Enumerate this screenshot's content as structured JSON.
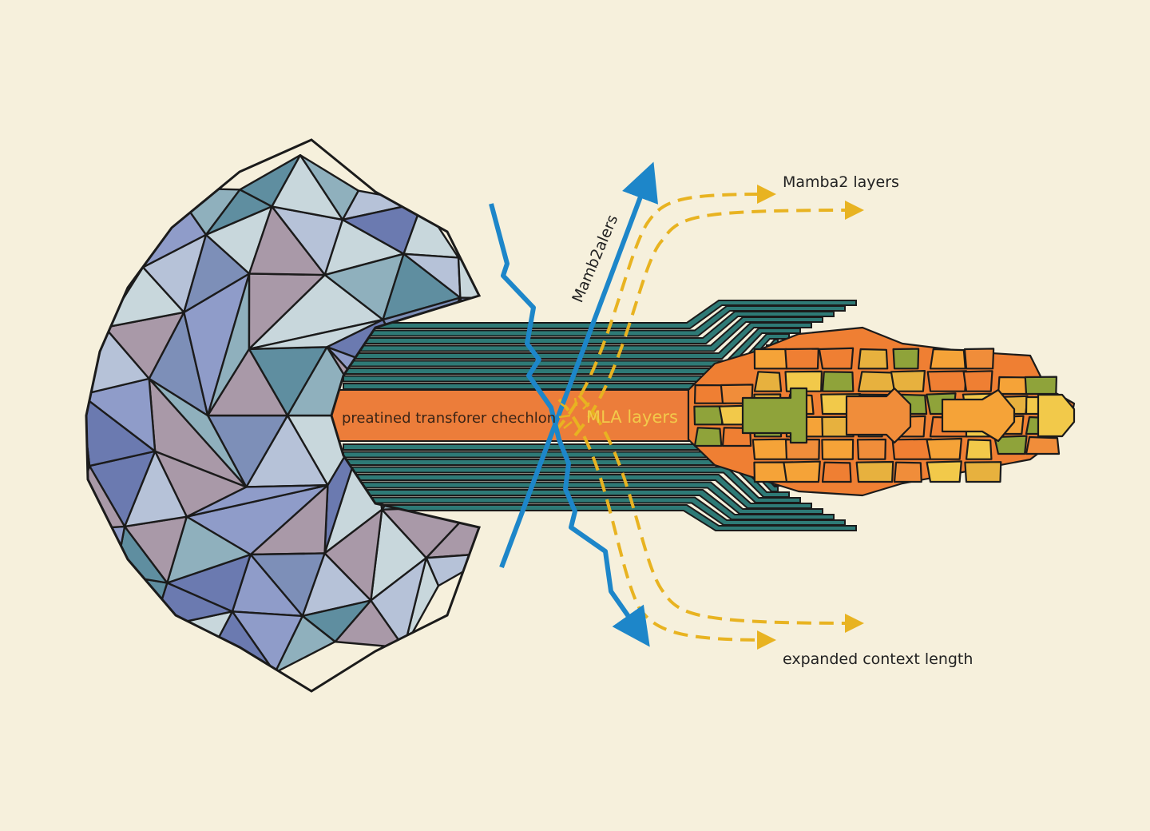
{
  "labels": {
    "top_right": "Mamba2 layers",
    "bottom_right": "expanded context length",
    "band_left": "preatined transforer chechlon",
    "band_right": "MLA layers",
    "diagonal": "Mamb2alers"
  },
  "colors": {
    "background": "#f6f0dc",
    "outline": "#1b1b1b",
    "teal": "#2e7a76",
    "orange_band": "#ec7d3a",
    "arrow_blue": "#1d86c9",
    "dash_yellow": "#e8b321",
    "crystal": [
      "#8f9cc9",
      "#6b7ab0",
      "#8fb0bd",
      "#a999a8",
      "#c8d7dc",
      "#5f8ea0",
      "#b6c2d8",
      "#7d8fb8"
    ],
    "blocks": [
      "#ef7f33",
      "#f5a338",
      "#f2c94a",
      "#8fa33a",
      "#f08d3a",
      "#e7b13e"
    ]
  }
}
